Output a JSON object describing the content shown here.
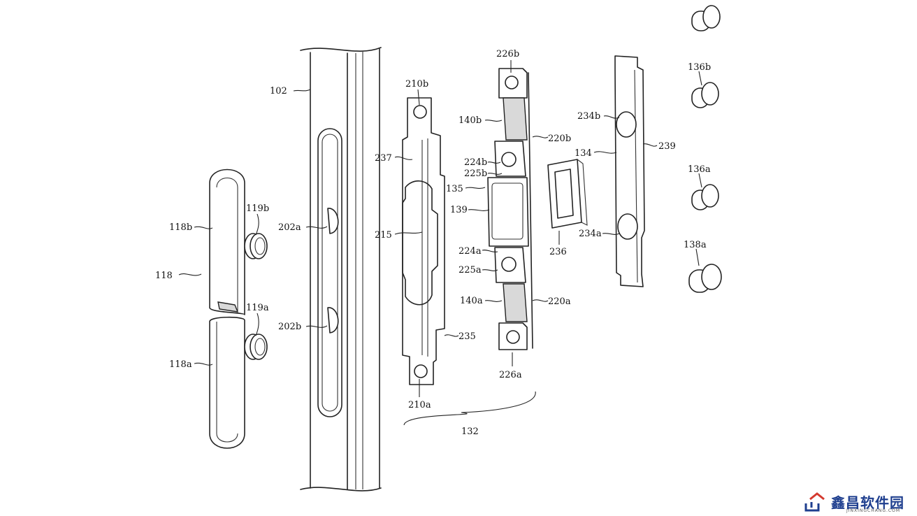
{
  "labels": {
    "l102": "102",
    "l118": "118",
    "l118a": "118a",
    "l118b": "118b",
    "l119a": "119a",
    "l119b": "119b",
    "l202a": "202a",
    "l202b": "202b",
    "l210a": "210a",
    "l210b": "210b",
    "l215": "215",
    "l235": "235",
    "l237": "237",
    "l132": "132",
    "l135": "135",
    "l139": "139",
    "l140a": "140a",
    "l140b": "140b",
    "l220a": "220a",
    "l220b": "220b",
    "l224a": "224a",
    "l224b": "224b",
    "l225a": "225a",
    "l225b": "225b",
    "l226a": "226a",
    "l226b": "226b",
    "l134": "134",
    "l234a": "234a",
    "l234b": "234b",
    "l236": "236",
    "l239": "239",
    "l136a": "136a",
    "l136b": "136b",
    "l138a": "138a"
  },
  "watermark": {
    "text": "鑫昌软件园",
    "sub": "JINXINGCHANG.COM",
    "colors": {
      "red": "#d43a2f",
      "blue": "#1f3f8f"
    }
  }
}
